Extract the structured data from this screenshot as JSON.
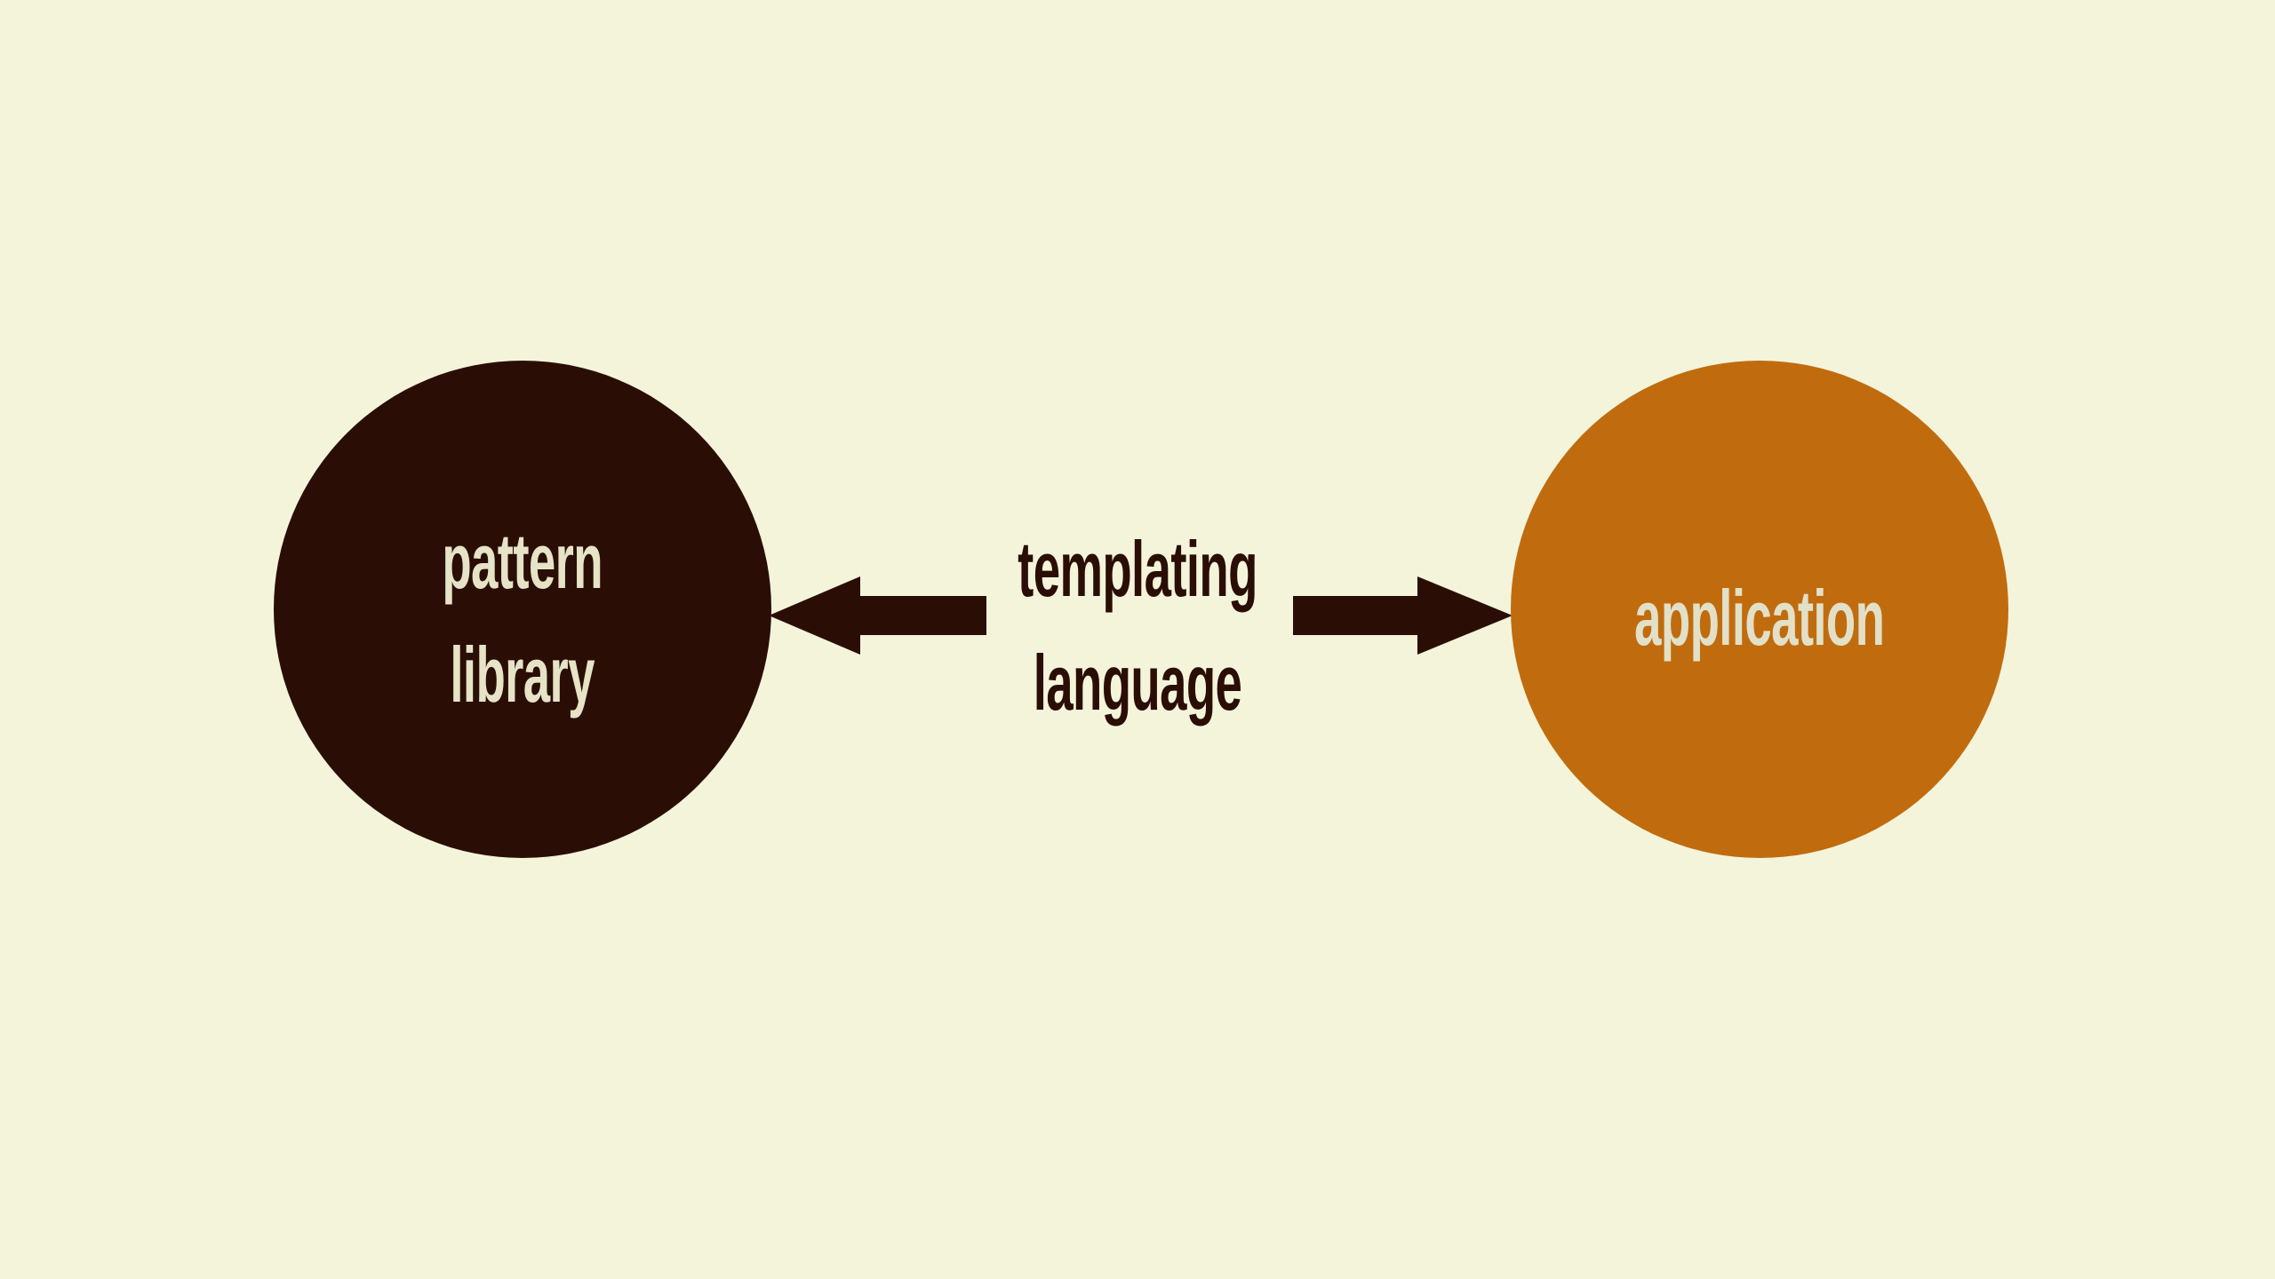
{
  "colors": {
    "background": "#f4f4db",
    "dark_brown": "#2a0e06",
    "orange": "#c06c0e",
    "cream_text": "#e6e3c6"
  },
  "diagram": {
    "left_node": {
      "label_line1": "pattern",
      "label_line2": "library",
      "fill": "#2a0e06",
      "text_color": "#e6e3c6"
    },
    "right_node": {
      "label": "application",
      "fill": "#c06c0e",
      "text_color": "#e2e0c8"
    },
    "connector": {
      "label_line1": "templating",
      "label_line2": "language",
      "text_color": "#2a0e06",
      "arrow_color": "#2a0e06",
      "left_arrow_direction": "left",
      "right_arrow_direction": "right"
    }
  }
}
